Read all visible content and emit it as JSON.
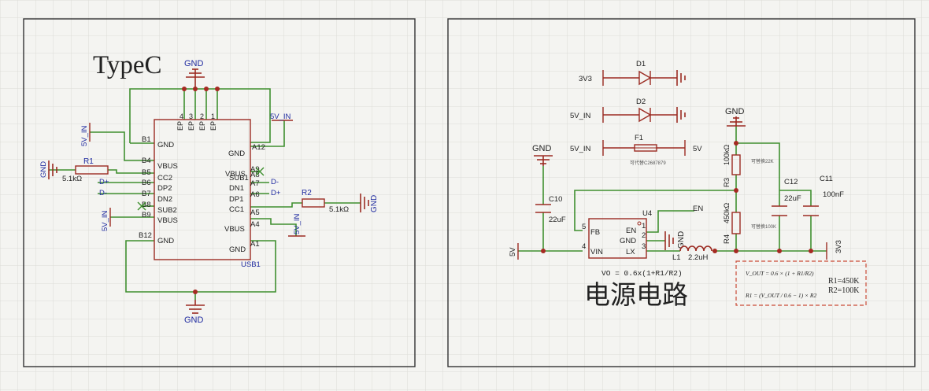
{
  "colors": {
    "wire": "#3f8f2f",
    "body": "#9b2b22",
    "label": "#1f2aa0",
    "text": "#222222",
    "frame": "#333333",
    "grid": "#d8d8d3",
    "junction": "#a52a22",
    "note_border": "#c94b37"
  },
  "typec": {
    "title": "TypeC",
    "gnd_top": "GND",
    "gnd_bottom": "GND",
    "net_5vin_left": "5V_IN",
    "net_5vin_right_top": "5V_IN",
    "net_5vin_right_bottom": "5V_IN",
    "net_5vin_lower_left": "5V_IN",
    "r1": {
      "ref": "R1",
      "value": "5.1kΩ",
      "gnd": "GND"
    },
    "r2": {
      "ref": "R2",
      "value": "5.1kΩ",
      "gnd": "GND"
    },
    "dp_left": "D+",
    "dm_left": "D-",
    "dm_right": "D-",
    "dp_right": "D+",
    "connector_ref": "USB1",
    "top_pins": [
      "4",
      "3",
      "2",
      "1"
    ],
    "ep_labels": [
      "EP",
      "EP",
      "EP",
      "EP"
    ],
    "left_pins": [
      {
        "num": "B1",
        "name": "GND"
      },
      {
        "num": "B4",
        "name": "VBUS"
      },
      {
        "num": "B5",
        "name": "CC2"
      },
      {
        "num": "B6",
        "name": "DP2"
      },
      {
        "num": "B7",
        "name": "DN2"
      },
      {
        "num": "B8",
        "name": "SUB2"
      },
      {
        "num": "B9",
        "name": "VBUS"
      },
      {
        "num": "B12",
        "name": "GND"
      }
    ],
    "right_pins": [
      {
        "num": "A12",
        "name": "GND"
      },
      {
        "num": "A9",
        "name": "VBUS"
      },
      {
        "num": "A8",
        "name": "SUB1"
      },
      {
        "num": "A7",
        "name": "DN1"
      },
      {
        "num": "A6",
        "name": "DP1"
      },
      {
        "num": "A5",
        "name": "CC1"
      },
      {
        "num": "A4",
        "name": "VBUS"
      },
      {
        "num": "A1",
        "name": "GND"
      }
    ]
  },
  "power": {
    "title": "电源电路",
    "formula_text": "VO = 0.6x(1+R1/R2)",
    "d1": {
      "ref": "D1",
      "net": "3V3"
    },
    "d2": {
      "ref": "D2",
      "net": "5V_IN"
    },
    "f1": {
      "ref": "F1",
      "net_in": "5V_IN",
      "net_out": "5V",
      "note": "可代替C2687879"
    },
    "gnd_left": "GND",
    "gnd_top": "GND",
    "gnd_u4": "GND",
    "c10": {
      "ref": "C10",
      "value": "22uF"
    },
    "u4": {
      "ref": "U4",
      "pins_left": [
        {
          "num": "5",
          "name": "FB"
        },
        {
          "num": "4",
          "name": "VIN"
        }
      ],
      "pins_right": [
        {
          "num": "1",
          "name": "EN"
        },
        {
          "num": "2",
          "name": "GND"
        },
        {
          "num": "3",
          "name": "LX"
        }
      ],
      "en_net": "EN"
    },
    "net_5v": "5V",
    "l1": {
      "ref": "L1",
      "value": "2.2uH"
    },
    "r3": {
      "ref": "R3",
      "value": "100kΩ",
      "note": "可替换22K"
    },
    "r4": {
      "ref": "R4",
      "value": "450kΩ",
      "note": "可替换100K"
    },
    "c12": {
      "ref": "C12",
      "value": "22uF"
    },
    "c11": {
      "ref": "C11",
      "value": "100nF"
    },
    "net_3v3_out": "3V3",
    "note_box": {
      "eq1": "V_OUT = 0.6 × (1 + R1/R2)",
      "eq2": "R1 = (V_OUT / 0.6 − 1) × R2",
      "r1_val": "R1=450K",
      "r2_val": "R2=100K"
    }
  }
}
